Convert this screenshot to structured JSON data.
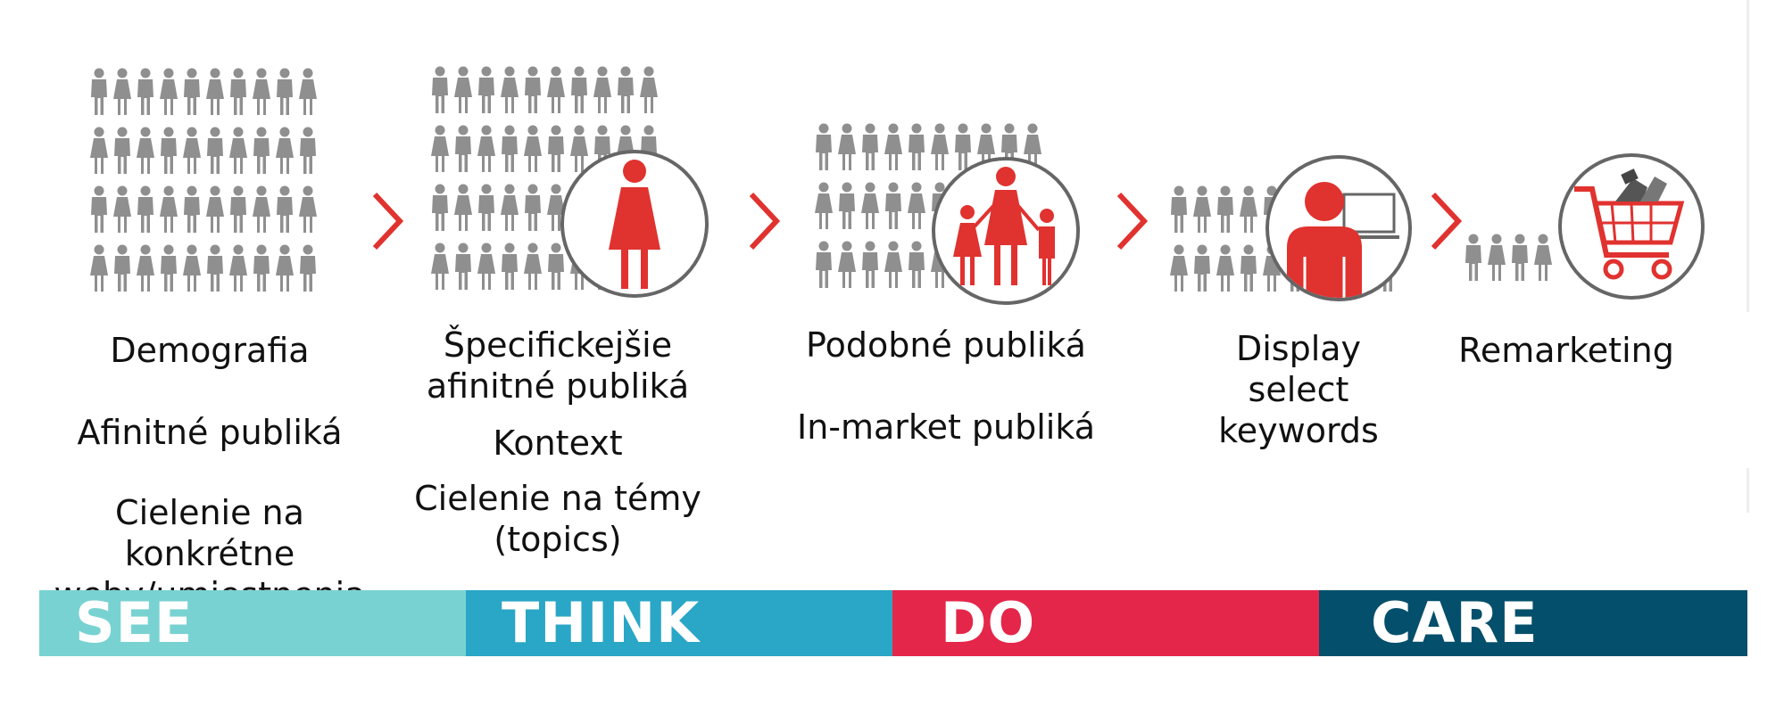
{
  "colors": {
    "people": "#8f8f8f",
    "accent_red": "#e0322f",
    "circle_border": "#666666",
    "see": "#79d2d2",
    "think": "#2aa6c6",
    "do": "#e4264a",
    "care": "#044f6b"
  },
  "steps": [
    {
      "icon": "crowd-icon",
      "labels": [
        "Demografia",
        "Afinitné publiká",
        "Cielenie na konkrétne weby/umiestnenia"
      ]
    },
    {
      "icon": "woman-icon",
      "labels": [
        "Špecifickejšie afinitné publiká",
        "Kontext",
        "Cielenie na témy (topics)"
      ]
    },
    {
      "icon": "family-icon",
      "labels": [
        "Podobné publiká",
        "In-market publiká"
      ]
    },
    {
      "icon": "computer-user-icon",
      "labels": [
        "Display select keywords"
      ]
    },
    {
      "icon": "shopping-cart-icon",
      "labels": [
        "Remarketing"
      ]
    }
  ],
  "stages": [
    "SEE",
    "THINK",
    "DO",
    "CARE"
  ]
}
